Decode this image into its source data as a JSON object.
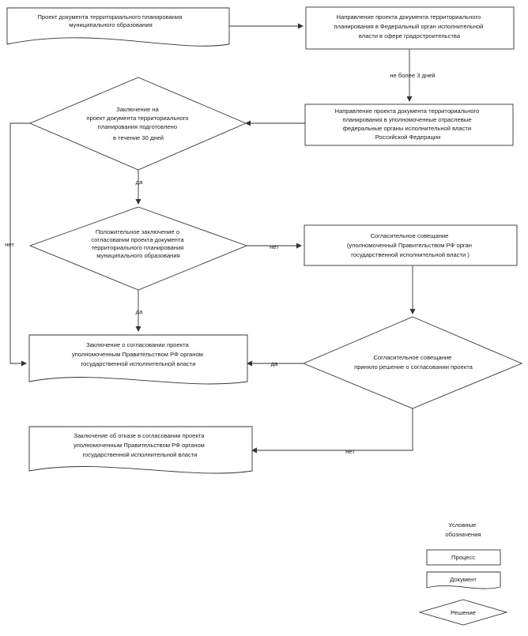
{
  "nodes": {
    "doc_project": {
      "lines": [
        "Проект документа территориального планирования",
        "муниципального образования"
      ]
    },
    "proc_federal": {
      "lines": [
        "Направление проекта документа территориального",
        "планирования в      Федеральный орган исполнительной",
        "власти в сфере градостроительства"
      ]
    },
    "proc_branch": {
      "lines": [
        "Направление проекта документа территориального",
        "планирования в уполномоченные отраслевые",
        "федеральные органы исполнительной власти",
        "Российской Федерации"
      ]
    },
    "dec_30days": {
      "lines": [
        "Заключение на",
        "проект документа территориального",
        "планирования подготовлено",
        "в течение    30  дней"
      ]
    },
    "dec_positive": {
      "lines": [
        "Положительное заключение о",
        "согласовании проекта документа",
        "территориального планирования",
        "муниципального образования"
      ]
    },
    "proc_meeting": {
      "lines": [
        "Согласительное совещание",
        "(уполномоченный Правительством РФ орган",
        "государственной исполнительной власти          )"
      ]
    },
    "doc_approval": {
      "lines": [
        "Заключение о согласовании проекта",
        "уполномоченным Правительством РФ органом",
        "государственной исполнительной власти"
      ]
    },
    "dec_meeting": {
      "lines": [
        "Согласительное совещание",
        "приняло решение о согласовании проекта"
      ]
    },
    "doc_refusal": {
      "lines": [
        "Заключение об отказе в согласовании проекта",
        "уполномоченным Правительством РФ органом",
        "государственной исполнительной власти"
      ]
    }
  },
  "edge_labels": {
    "days3": "не более  3  дней",
    "yes1": "да",
    "no_left": "нет",
    "no_right": "нет",
    "yes2": "да",
    "yes3": "да",
    "no_bottom": "нет"
  },
  "legend": {
    "title_lines": [
      "Условные",
      "обозначения"
    ],
    "process": "Процесс",
    "document": "Документ",
    "decision": "Решение"
  }
}
